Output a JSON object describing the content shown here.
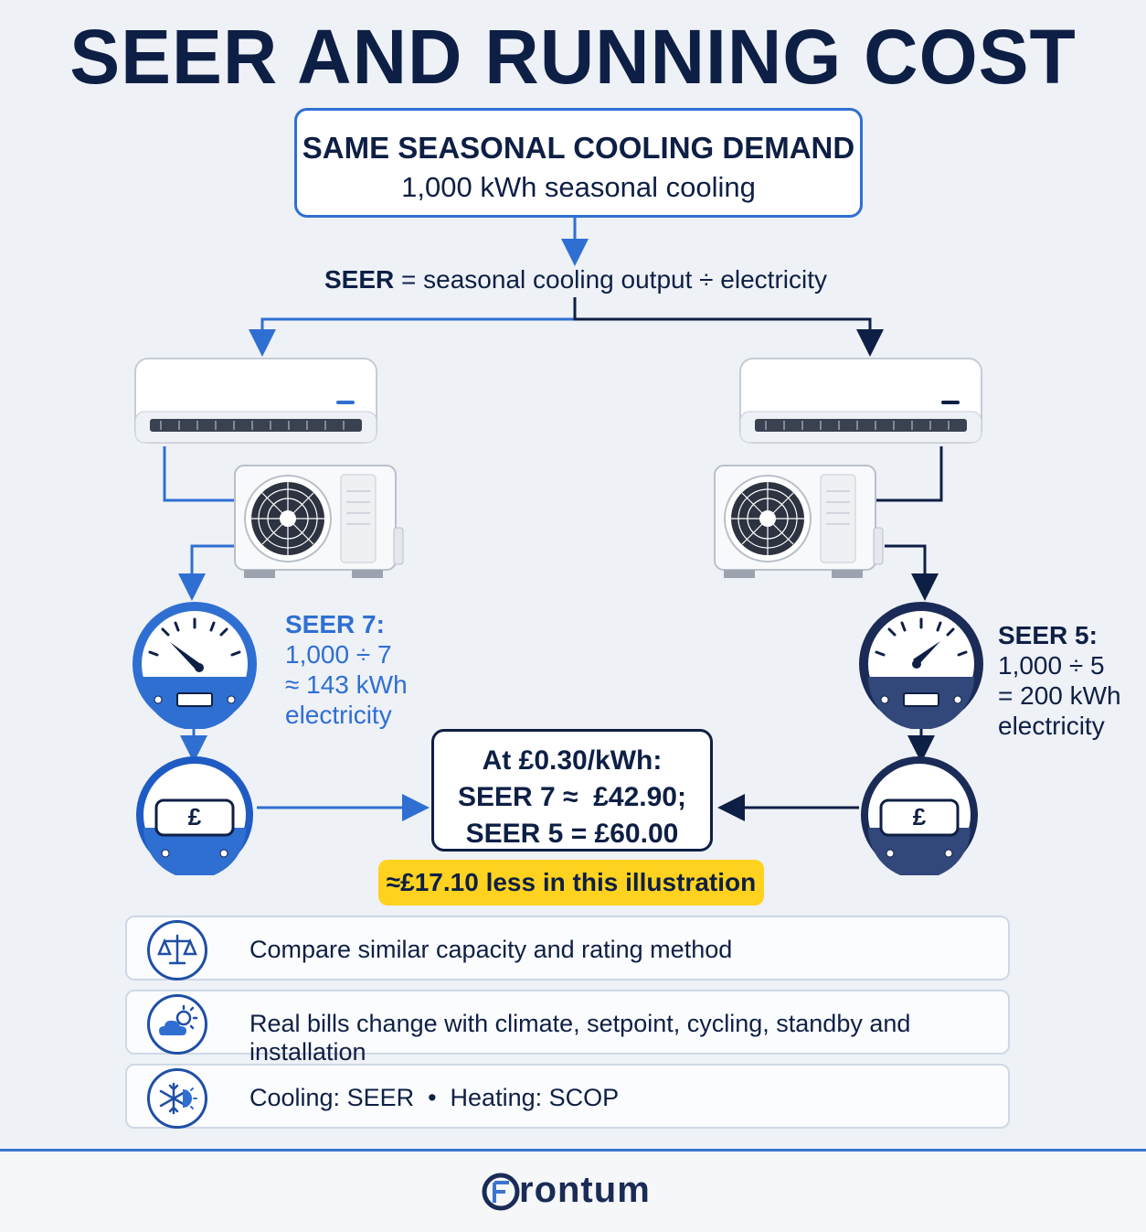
{
  "title": "SEER AND RUNNING COST",
  "demand": {
    "heading": "SAME SEASONAL COOLING DEMAND",
    "value": "1,000 kWh seasonal cooling"
  },
  "formula": {
    "term": "SEER",
    "rest": "= seasonal cooling output ÷ electricity"
  },
  "left_unit": {
    "seer_label": "SEER 7:",
    "calc": "1,000 ÷ 7",
    "result": "≈ 143 kWh",
    "unit": "electricity",
    "meter_symbol": "£",
    "accent": "#2f6fd2"
  },
  "right_unit": {
    "seer_label": "SEER 5:",
    "calc": "1,000 ÷ 5",
    "result": "= 200 kWh",
    "unit": "electricity",
    "meter_symbol": "£",
    "accent": "#0e1f45"
  },
  "cost": {
    "rate": "At £0.30/kWh:",
    "seer7": "SEER 7 ≈  £42.90;",
    "seer5": "SEER 5 = £60.00"
  },
  "savings": "≈£17.10 less in this illustration",
  "tips": [
    {
      "icon": "balance-scale-icon",
      "text": "Compare similar capacity and rating method"
    },
    {
      "icon": "weather-cloud-sun-icon",
      "text": "Real bills change with climate, setpoint, cycling, standby and installation"
    },
    {
      "icon": "snowflake-sun-icon",
      "text": "Cooling: SEER  •  Heating: SCOP"
    }
  ],
  "brand": "rontum",
  "colors": {
    "accent_blue": "#2f6fd2",
    "navy": "#0e1f45",
    "highlight_yellow": "#ffd21f"
  }
}
